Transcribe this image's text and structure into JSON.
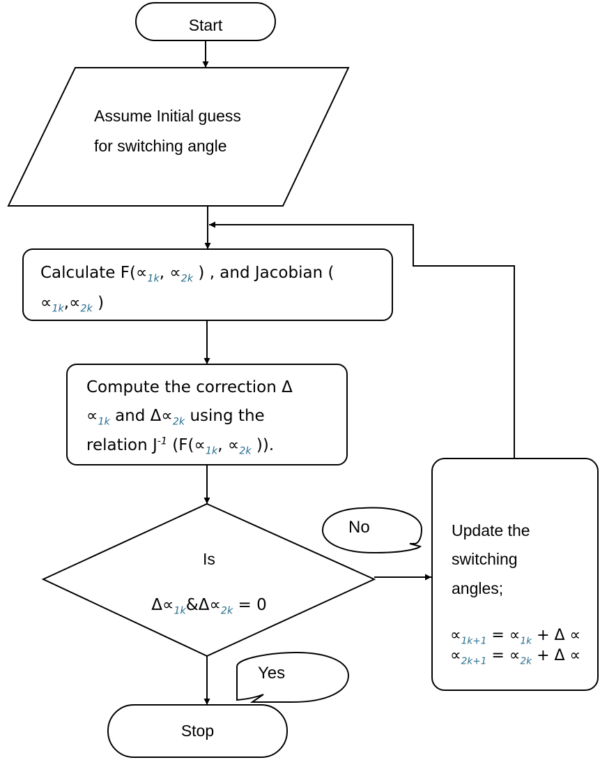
{
  "nodes": {
    "start": "Start",
    "assume_line1": "Assume Initial guess",
    "assume_line2": "for switching angle",
    "calc_pre": "Calculate  F(",
    "alpha": "∝",
    "sub_1k": "1k",
    "sub_2k": "2k",
    "calc_sep": ", ",
    "calc_post": " ) , and Jacobian (",
    "calc_jac_sep": ",",
    "calc_jac_end": " )",
    "compute_line1": "Compute the correction Δ",
    "compute_line2_and": " and Δ",
    "compute_line2_tail": "  using the",
    "compute_line3_pre": "relation J",
    "compute_sup": "-1",
    "compute_line3_mid": " (F(",
    "compute_line3_end": " )).",
    "decision_is": "Is",
    "delta": "Δ",
    "decision_and": "&Δ",
    "decision_end": " = 0",
    "update_line1": "Update the",
    "update_line2": "switching",
    "update_line3": "angles;",
    "sub_1k1": "1k+1",
    "sub_2k1": "2k+1",
    "update_eq": " = ",
    "update_plus": " + Δ ∝",
    "stop": "Stop"
  },
  "labels": {
    "no": "No",
    "yes": "Yes"
  }
}
